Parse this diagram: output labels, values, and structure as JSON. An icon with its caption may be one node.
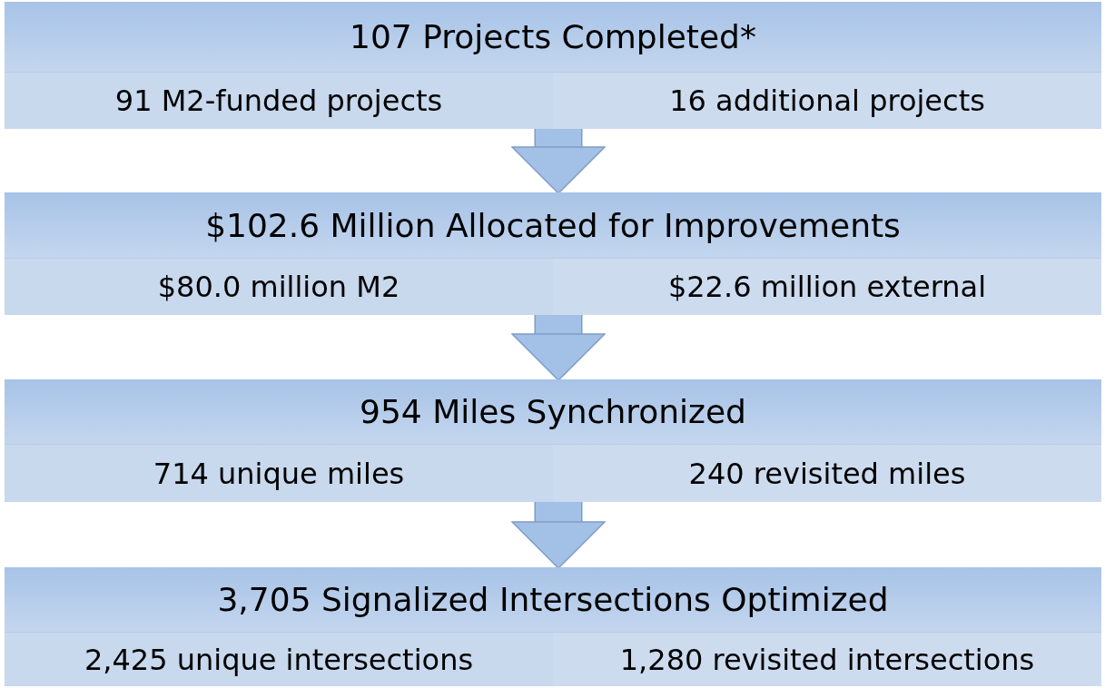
{
  "diagram": {
    "nodes": [
      {
        "text": [
          "107 Projects Completed*"
        ]
      },
      {
        "text": [
          "91 M2-funded projects",
          "16 additional projects"
        ]
      },
      {
        "text": [
          "$102.6 Million Allocated for Improvements"
        ]
      },
      {
        "text": [
          "$80.0 million M2",
          "$22.6 million external"
        ]
      },
      {
        "text": [
          "954 Miles Synchronized"
        ]
      },
      {
        "text": [
          "714 unique miles",
          "240 revisited miles"
        ]
      },
      {
        "text": [
          "3,705 Signalized Intersections Optimized"
        ]
      },
      {
        "text": [
          "2,425 unique intersections",
          "1,280 revisited intersections"
        ]
      }
    ],
    "edges": [
      {
        "from": 1,
        "to": 2,
        "arrow": "to"
      },
      {
        "from": 3,
        "to": 4,
        "arrow": "to"
      },
      {
        "from": 5,
        "to": 6,
        "arrow": "to"
      }
    ]
  }
}
